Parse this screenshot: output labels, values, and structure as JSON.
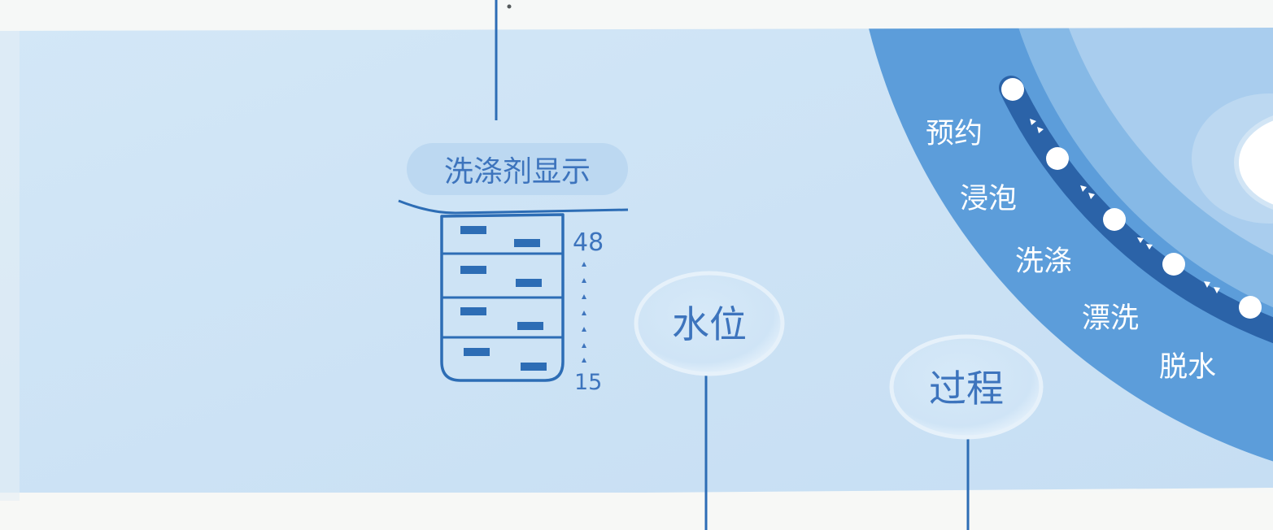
{
  "detergent_display": {
    "label": "洗涤剂显示",
    "scale_max": "48",
    "scale_min": "15"
  },
  "buttons": {
    "water_level": "水位",
    "process": "过程"
  },
  "process_steps": [
    {
      "label": "预约"
    },
    {
      "label": "浸泡"
    },
    {
      "label": "洗涤"
    },
    {
      "label": "漂洗"
    },
    {
      "label": "脱水"
    }
  ],
  "colors": {
    "panel": "#cde3f5",
    "text_blue": "#3d74bd",
    "line_blue": "#2d6db5",
    "band_blue": "#5c9dda",
    "track_blue": "#2b63a8",
    "step_text": "#ffffff"
  }
}
